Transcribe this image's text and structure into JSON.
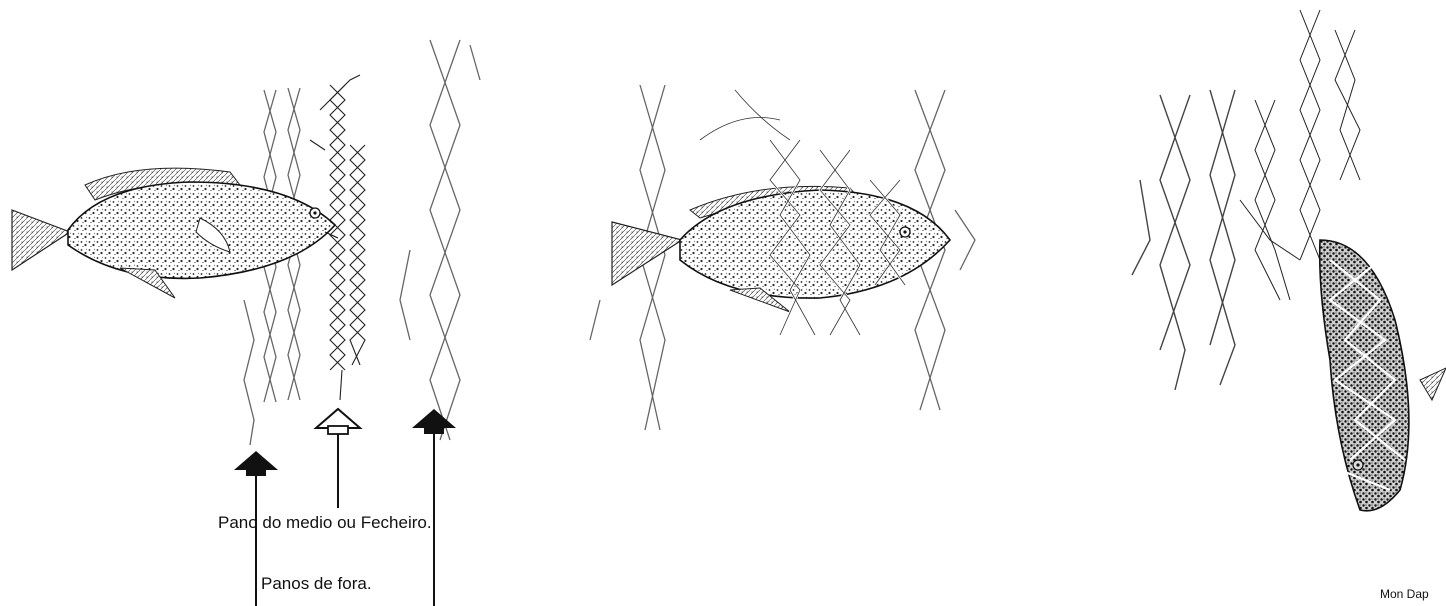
{
  "labels": {
    "middle_panel": "Pano do medio ou Fecheiro.",
    "outer_panels": "Panos de fora."
  },
  "credit": "Mon Dap",
  "colors": {
    "ink": "#111111",
    "net": "#555555",
    "background": "#ffffff"
  },
  "figure": {
    "stages": [
      "fish-approaching-net",
      "fish-enmeshed",
      "fish-entangled-pocket"
    ]
  }
}
